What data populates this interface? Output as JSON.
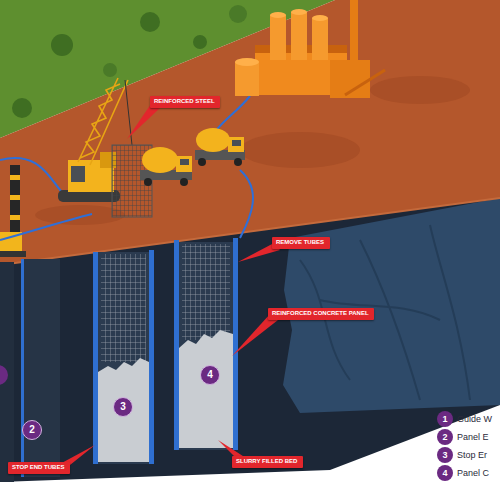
{
  "diagram": {
    "nodes": [
      {
        "text": [
          "REINFORCED STEEL"
        ]
      },
      {
        "text": [
          "REMOVE TUBES"
        ]
      },
      {
        "text": [
          "REINFORCED CONCRETE PANEL"
        ]
      },
      {
        "text": [
          "4"
        ]
      },
      {
        "text": [
          "3"
        ]
      },
      {
        "text": [
          "2"
        ]
      },
      {
        "text": [
          "SLURRY FILLED BED"
        ]
      },
      {
        "text": [
          "STOP END TUBES"
        ]
      }
    ],
    "labels": [
      "1",
      "2",
      "3",
      "4"
    ],
    "legend": [
      {
        "text": "Guide W",
        "color": "#6b2a82"
      },
      {
        "text": "Panel E",
        "color": "#6b2a82"
      },
      {
        "text": "Stop Er",
        "color": "#6b2a82"
      },
      {
        "text": "Panel C",
        "color": "#6b2a82"
      }
    ]
  }
}
